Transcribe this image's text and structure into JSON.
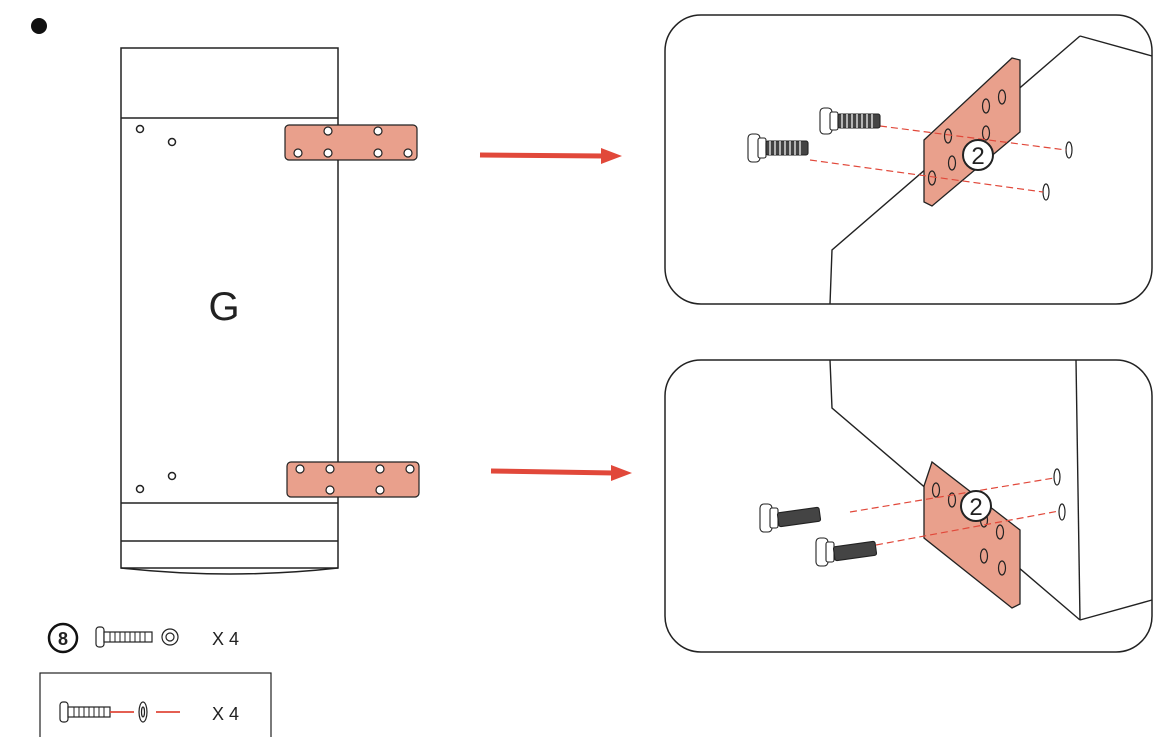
{
  "panel": {
    "label": "G"
  },
  "callouts": {
    "top": "2",
    "bottom": "2"
  },
  "hardware": [
    {
      "part_number": "8",
      "quantity": "X 4"
    },
    {
      "quantity": "X 4"
    }
  ],
  "colors": {
    "bracket": "#e9a08c",
    "arrow": "#e1483a",
    "guide": "#e1483a",
    "line": "#222222"
  },
  "icons": [
    "bullet-dot",
    "bolt-with-washer-icon",
    "washer-icon",
    "bolt-icon"
  ]
}
